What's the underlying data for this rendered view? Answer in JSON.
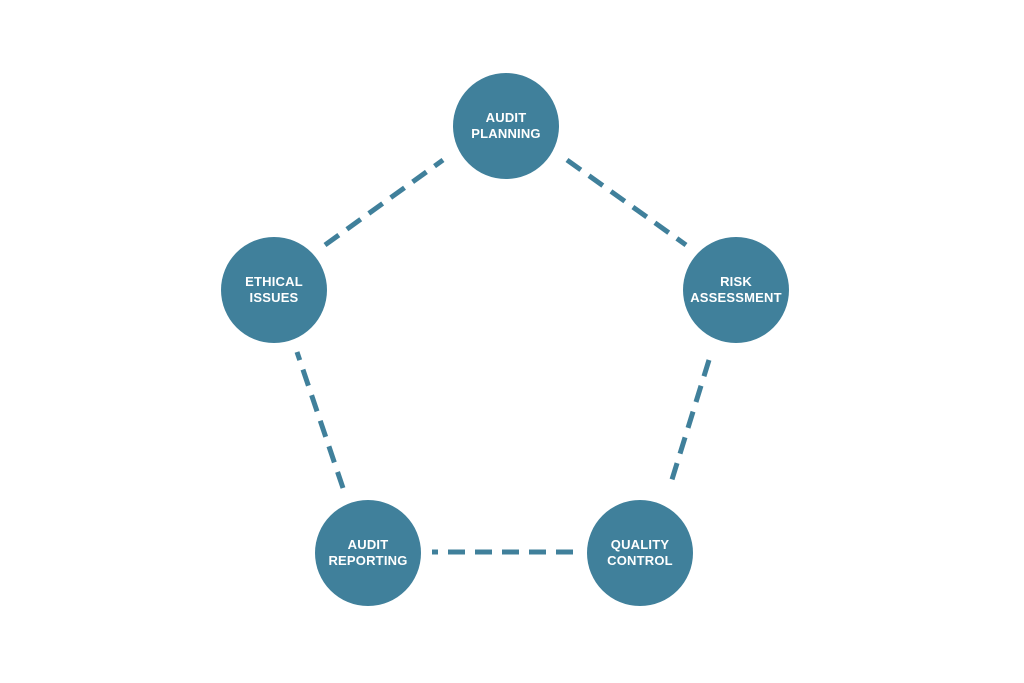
{
  "colors": {
    "node_fill": "#40809b",
    "connector": "#40809b",
    "text": "#ffffff",
    "background": "#ffffff"
  },
  "nodes": [
    {
      "id": "audit-planning",
      "line1": "AUDIT",
      "line2": "PLANNING"
    },
    {
      "id": "risk-assessment",
      "line1": "RISK",
      "line2": "ASSESSMENT"
    },
    {
      "id": "quality-control",
      "line1": "QUALITY",
      "line2": "CONTROL"
    },
    {
      "id": "audit-reporting",
      "line1": "AUDIT",
      "line2": "REPORTING"
    },
    {
      "id": "ethical-issues",
      "line1": "ETHICAL",
      "line2": "ISSUES"
    }
  ],
  "connections": [
    {
      "from": "audit-planning",
      "to": "risk-assessment",
      "style": "dashed"
    },
    {
      "from": "risk-assessment",
      "to": "quality-control",
      "style": "dashed"
    },
    {
      "from": "quality-control",
      "to": "audit-reporting",
      "style": "dashed"
    },
    {
      "from": "audit-reporting",
      "to": "ethical-issues",
      "style": "dashed"
    },
    {
      "from": "ethical-issues",
      "to": "audit-planning",
      "style": "dashed"
    }
  ]
}
